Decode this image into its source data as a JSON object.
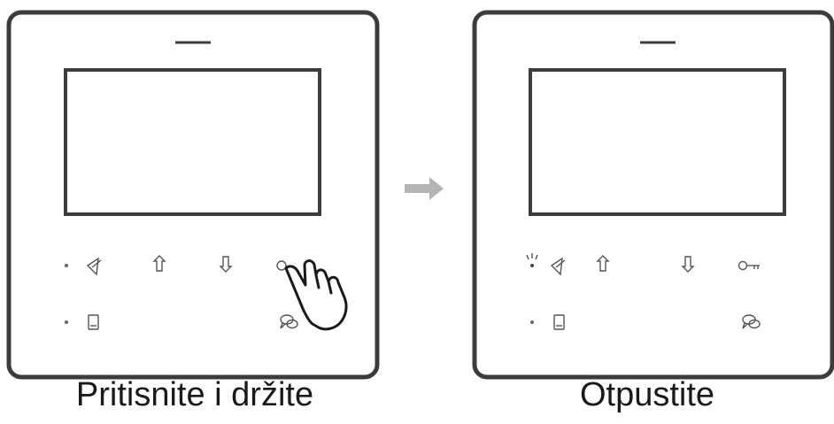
{
  "steps": [
    {
      "caption": "Pritisnite i držite",
      "action": "press-and-hold",
      "icon_highlighted": "key-icon"
    },
    {
      "caption": "Otpustite",
      "action": "release",
      "indicator_state": "blinking"
    }
  ],
  "flow_arrow": "arrow-right",
  "buttons": [
    "speaker-mute-icon",
    "arrow-up-icon",
    "arrow-down-icon",
    "key-icon",
    "phone-icon",
    "chat-icon"
  ],
  "colors": {
    "outline": "#3c3c3c",
    "icon": "#555555",
    "arrow": "#b5b5b5"
  }
}
